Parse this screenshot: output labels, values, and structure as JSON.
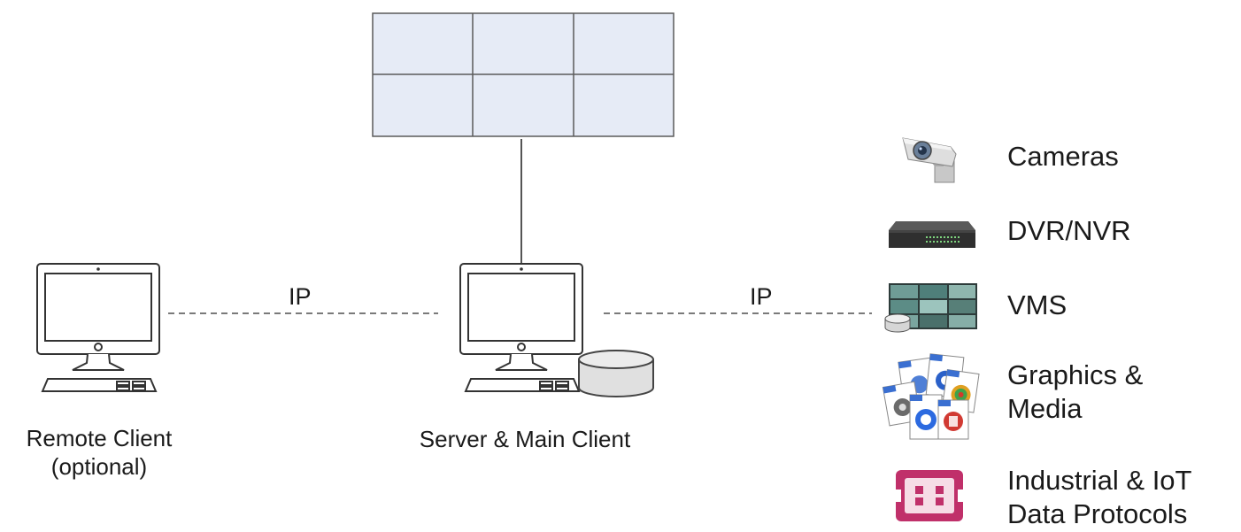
{
  "remote_client": {
    "line1": "Remote Client",
    "line2": "(optional)"
  },
  "server": {
    "label": "Server & Main Client"
  },
  "links": {
    "left": "IP",
    "right": "IP"
  },
  "video_wall": {
    "rows": 2,
    "cols": 3,
    "fill": "#e6ebf6",
    "border": "#5a5a5a"
  },
  "sources": [
    {
      "icon": "camera-icon",
      "line1": "Cameras",
      "line2": ""
    },
    {
      "icon": "dvr-nvr-icon",
      "line1": "DVR/NVR",
      "line2": ""
    },
    {
      "icon": "vms-icon",
      "line1": "VMS",
      "line2": ""
    },
    {
      "icon": "media-files-icon",
      "line1": "Graphics &",
      "line2": "Media"
    },
    {
      "icon": "iot-board-icon",
      "line1": "Industrial & IoT",
      "line2": "Data Protocols"
    }
  ],
  "colors": {
    "iot": "#c0306a",
    "line": "#555555",
    "dashed": "#7a7a7a"
  }
}
